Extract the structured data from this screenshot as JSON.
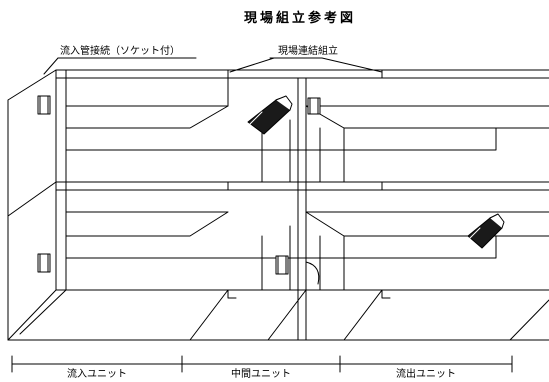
{
  "title": "現場組立参考図",
  "labels": {
    "inlet_connection": "流入管接続（ソケット付）",
    "site_connection": "現場連結組立"
  },
  "units": {
    "inflow": "流入ユニット",
    "middle": "中間ユニット",
    "outflow": "流出ユニット"
  },
  "colors": {
    "line": "#000000",
    "background": "#ffffff",
    "pipe_dark": "#1a1a1a"
  },
  "icons": [
    "pipe-socket-icon",
    "elbow-pipe-icon"
  ]
}
